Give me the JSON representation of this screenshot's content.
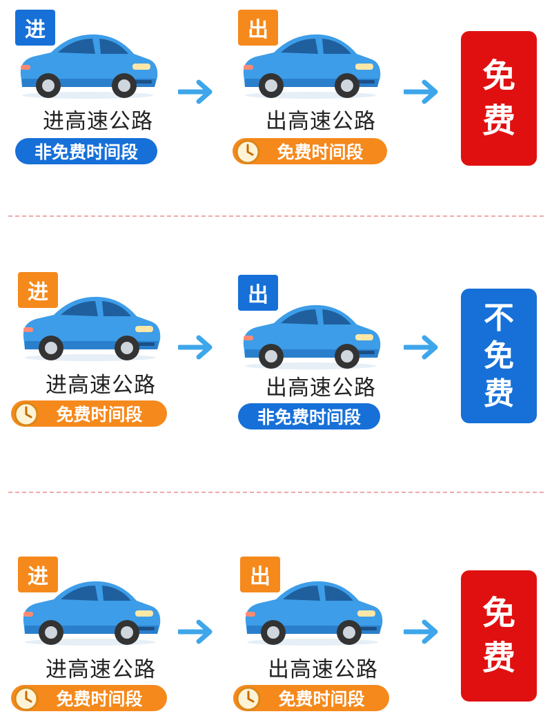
{
  "colors": {
    "blue": "#1670d8",
    "orange": "#f5891c",
    "red": "#e01010",
    "arrow": "#3ea6ea",
    "divider": "#f0a8a8",
    "car_body": "#3d9de8"
  },
  "scenarios": [
    {
      "entry": {
        "badge": "进",
        "badge_color": "blue",
        "label": "进高速公路",
        "period": "非免费时间段",
        "period_type": "non-free"
      },
      "exit": {
        "badge": "出",
        "badge_color": "orange",
        "label": "出高速公路",
        "period": "免费时间段",
        "period_type": "free"
      },
      "result": {
        "chars": [
          "免",
          "费"
        ],
        "color": "red"
      }
    },
    {
      "entry": {
        "badge": "进",
        "badge_color": "orange",
        "label": "进高速公路",
        "period": "免费时间段",
        "period_type": "free"
      },
      "exit": {
        "badge": "出",
        "badge_color": "blue",
        "label": "出高速公路",
        "period": "非免费时间段",
        "period_type": "non-free"
      },
      "result": {
        "chars": [
          "不",
          "免",
          "费"
        ],
        "color": "blue"
      }
    },
    {
      "entry": {
        "badge": "进",
        "badge_color": "orange",
        "label": "进高速公路",
        "period": "免费时间段",
        "period_type": "free"
      },
      "exit": {
        "badge": "出",
        "badge_color": "orange",
        "label": "出高速公路",
        "period": "免费时间段",
        "period_type": "free"
      },
      "result": {
        "chars": [
          "免",
          "费"
        ],
        "color": "red"
      }
    }
  ]
}
